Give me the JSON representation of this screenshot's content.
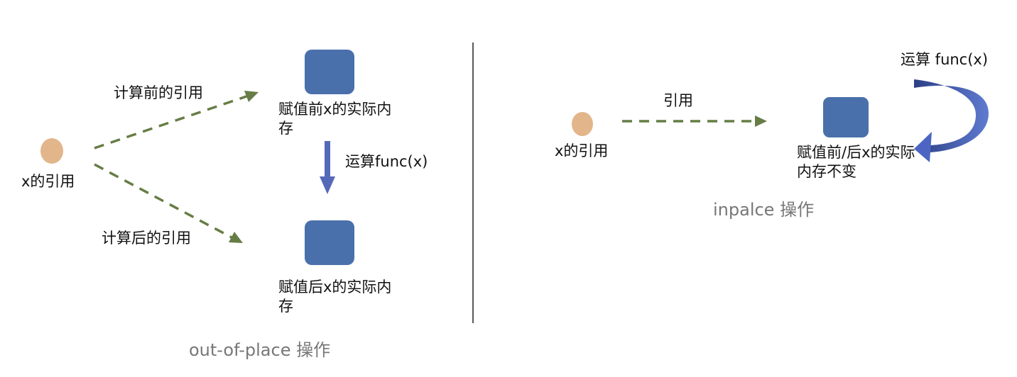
{
  "left": {
    "ref_label": "x的引用",
    "before_ref_label": "计算前的引用",
    "after_ref_label": "计算后的引用",
    "before_memory_label": "赋值前x的实际内存",
    "after_memory_label": "赋值后x的实际内存",
    "operation_label": "运算func(x)",
    "caption": "out-of-place 操作"
  },
  "right": {
    "ref_label": "x的引用",
    "arrow_label": "引用",
    "memory_label": "赋值前/后x的实际内存不变",
    "operation_label": "运算 func(x)",
    "caption": "inpalce 操作"
  },
  "colors": {
    "reference_dot": "#e3b58a",
    "memory_block": "#4a70ab",
    "dashed_arrow": "#667d45",
    "operation_arrow": "#5669b8",
    "divider": "#222222",
    "caption_text": "#777777"
  }
}
